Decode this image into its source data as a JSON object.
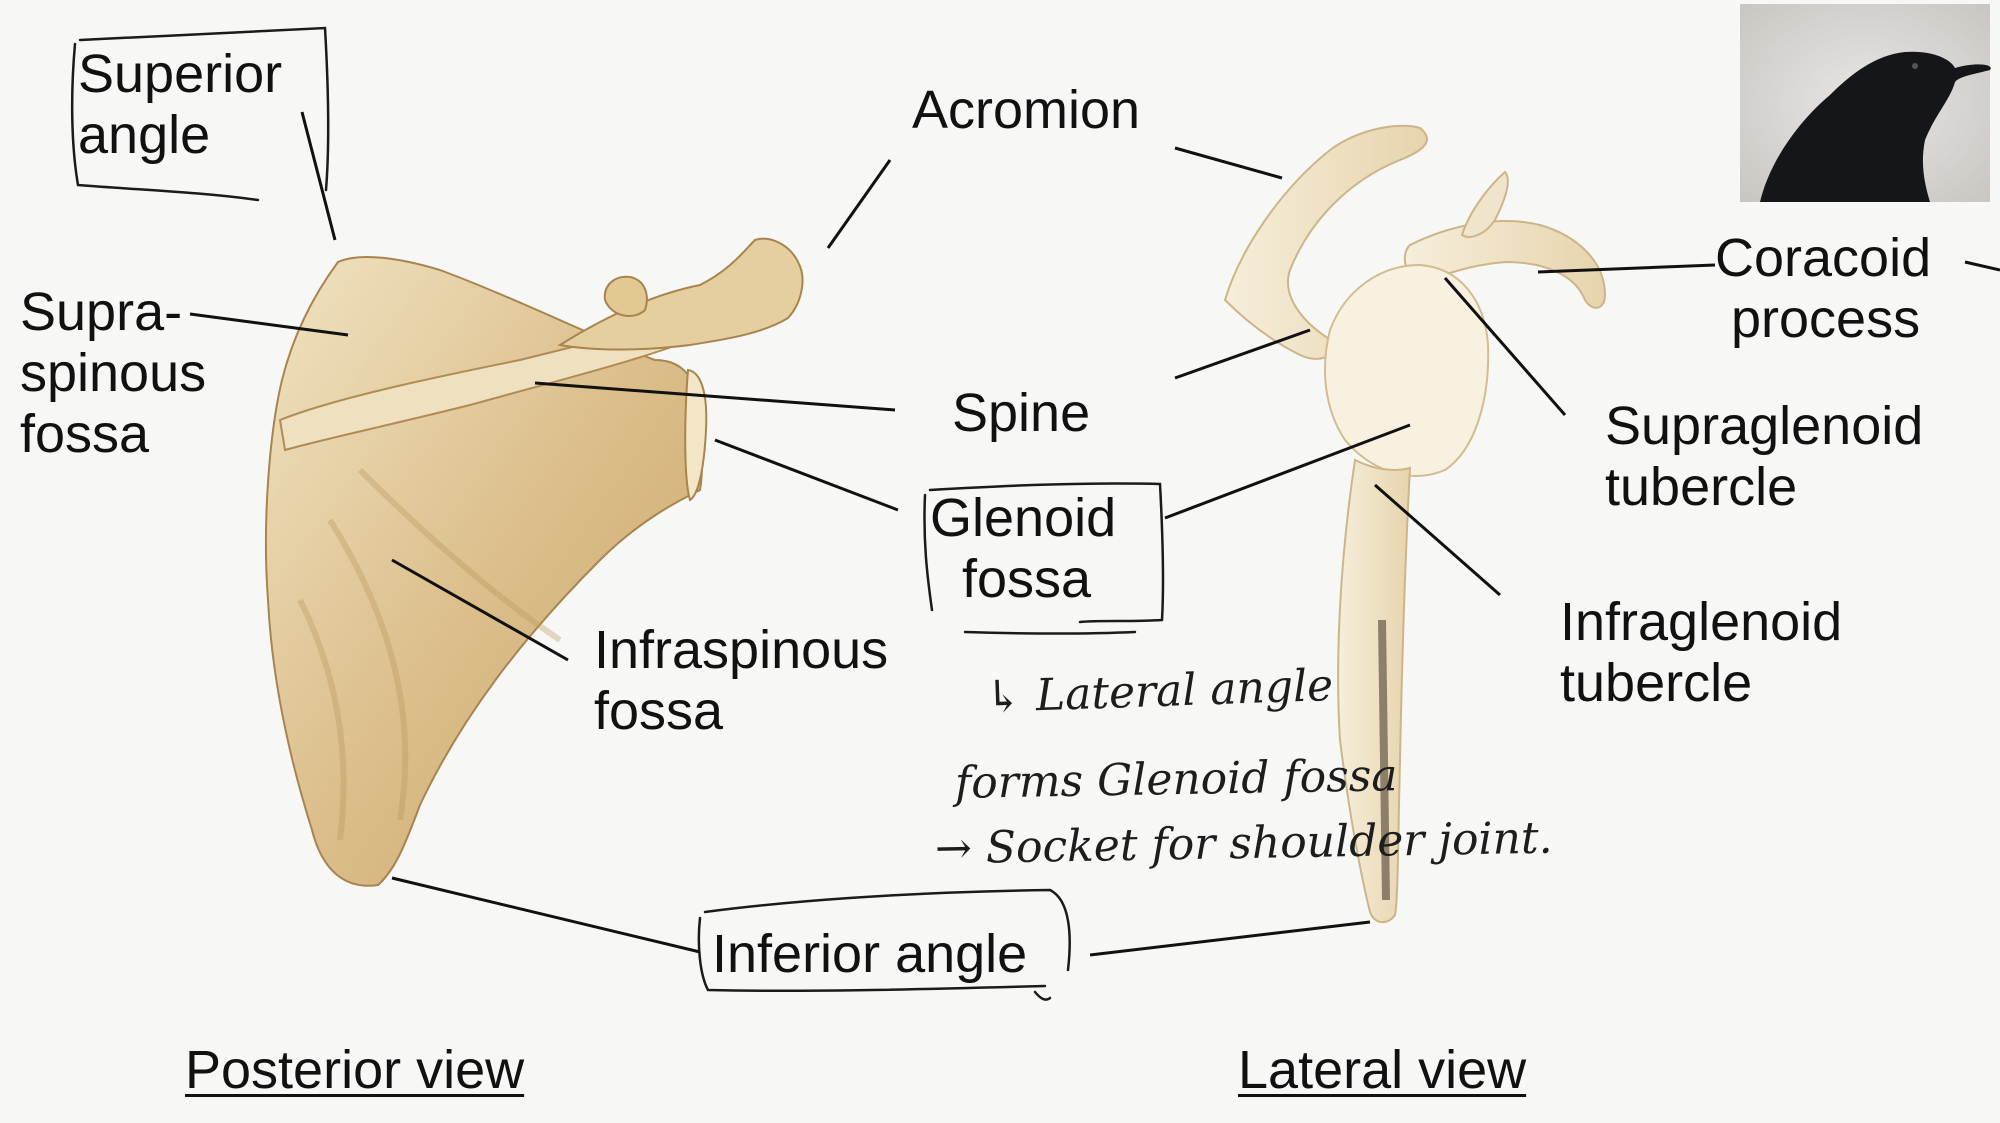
{
  "labels": {
    "superior_angle": [
      "Superior",
      "angle"
    ],
    "supraspinous_fossa": [
      "Supra-",
      "spinous",
      "fossa"
    ],
    "acromion": "Acromion",
    "spine": "Spine",
    "glenoid_fossa": [
      "Glenoid",
      "fossa"
    ],
    "infraspinous_fossa": [
      "Infraspinous",
      "fossa"
    ],
    "coracoid_process": [
      "Coracoid",
      "process"
    ],
    "supraglenoid_tubercle": [
      "Supraglenoid",
      "tubercle"
    ],
    "infraglenoid_tubercle": [
      "Infraglenoid",
      "tubercle"
    ],
    "inferior_angle": "Inferior angle"
  },
  "views": {
    "posterior": "Posterior view",
    "lateral": "Lateral view"
  },
  "handwritten_note": [
    "↳ Lateral angle",
    "forms Glenoid fossa",
    "→ Socket for shoulder joint."
  ],
  "colors": {
    "background": "#f7f7f6",
    "bone_light": "#f3e8cf",
    "bone_mid": "#dcc08c",
    "bone_dark": "#b89358",
    "ink": "#111111"
  }
}
